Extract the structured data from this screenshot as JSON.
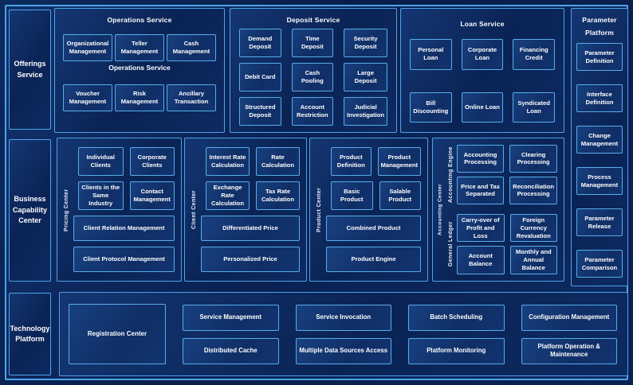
{
  "colors": {
    "background": "#0a2253",
    "panel_border": "#4da3e8",
    "box_border": "#57ade9",
    "box_fill": "#143672",
    "text": "#ffffff"
  },
  "sidebar": {
    "offerings_label": "Offerings Service",
    "business_label": "Business Capability Center",
    "technology_label": "Technology Platform"
  },
  "operations_service": {
    "title": "Operations Service",
    "mid_label": "Operations Service",
    "boxes": [
      "Organizational Management",
      "Teller Management",
      "Cash Management",
      "Voucher Management",
      "Risk Management",
      "Ancillary Transaction"
    ]
  },
  "deposit_service": {
    "title": "Deposit Service",
    "boxes": [
      "Demand Deposit",
      "Time Deposit",
      "Security Deposit",
      "Debit Card",
      "Cash Pooling",
      "Large Deposit",
      "Structured Deposit",
      "Account Restriction",
      "Judicial Investigation"
    ]
  },
  "loan_service": {
    "title": "Loan Service",
    "boxes": [
      "Personal Loan",
      "Corporate Loan",
      "Financing Credit",
      "Bill Discounting",
      "Online Loan",
      "Syndicated Loan"
    ]
  },
  "parameter_platform": {
    "title": "Parameter Platform",
    "boxes": [
      "Parameter Definition",
      "Interface Definition",
      "Change Management",
      "Process Management",
      "Parameter Release",
      "Parameter Comparison"
    ]
  },
  "pricing_center": {
    "label": "Pricing Center",
    "small_boxes": [
      "Individual Clients",
      "Corporate Clients",
      "Clients in the Same Industry",
      "Contact Management"
    ],
    "wide_boxes": [
      "Client Relation Management",
      "Client Protocol Management"
    ]
  },
  "client_center": {
    "label": "Client Center",
    "small_boxes": [
      "Interest Rate Calculation",
      "Rate Calculation",
      "Exchange Rate Calculation",
      "Tax Rate Calculation"
    ],
    "wide_boxes": [
      "Differentiated Price",
      "Personalized Price"
    ]
  },
  "product_center": {
    "label": "Product Center",
    "small_boxes": [
      "Product Definition",
      "Product Management",
      "Basic Product",
      "Salable Product"
    ],
    "wide_boxes": [
      "Combined Product",
      "Product Engine"
    ]
  },
  "accounting_center": {
    "label": "Accounting Center",
    "engine_label": "Accounting Engine",
    "ledger_label": "General Ledger",
    "engine_boxes": [
      "Accounting Processing",
      "Clearing Processing",
      "Price and Tax Separated",
      "Reconciliation Processing"
    ],
    "ledger_boxes": [
      "Carry-over of Profit and Loss",
      "Foreign Currency Revaluation",
      "Account Balance",
      "Monthly and Annual Balance"
    ]
  },
  "technology_platform": {
    "registration": "Registration Center",
    "boxes": [
      "Service Management",
      "Service Invocation",
      "Batch Scheduling",
      "Configuration Management",
      "Distributed Cache",
      "Multiple Data Sources Access",
      "Platform Monitoring",
      "Platform Operation & Maintenance"
    ]
  }
}
